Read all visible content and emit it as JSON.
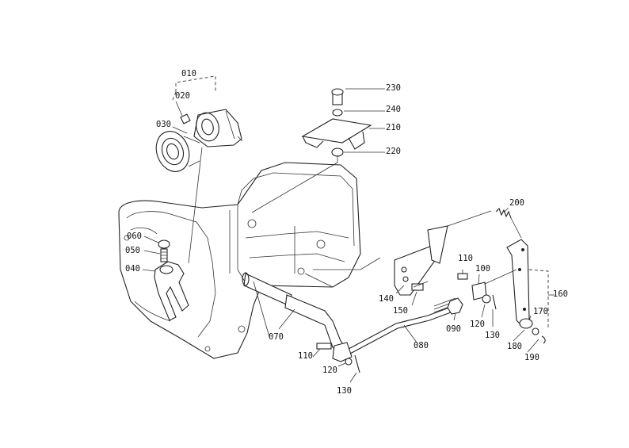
{
  "parts": {
    "p010": "010",
    "p020": "020",
    "p030": "030",
    "p040": "040",
    "p050": "050",
    "p060": "060",
    "p070": "070",
    "p080": "080",
    "p090": "090",
    "p100": "100",
    "p110a": "110",
    "p110b": "110",
    "p120a": "120",
    "p120b": "120",
    "p130a": "130",
    "p130b": "130",
    "p140": "140",
    "p150": "150",
    "p160": "160",
    "p170": "170",
    "p180": "180",
    "p190": "190",
    "p200": "200",
    "p210": "210",
    "p220": "220",
    "p230": "230",
    "p240": "240"
  }
}
